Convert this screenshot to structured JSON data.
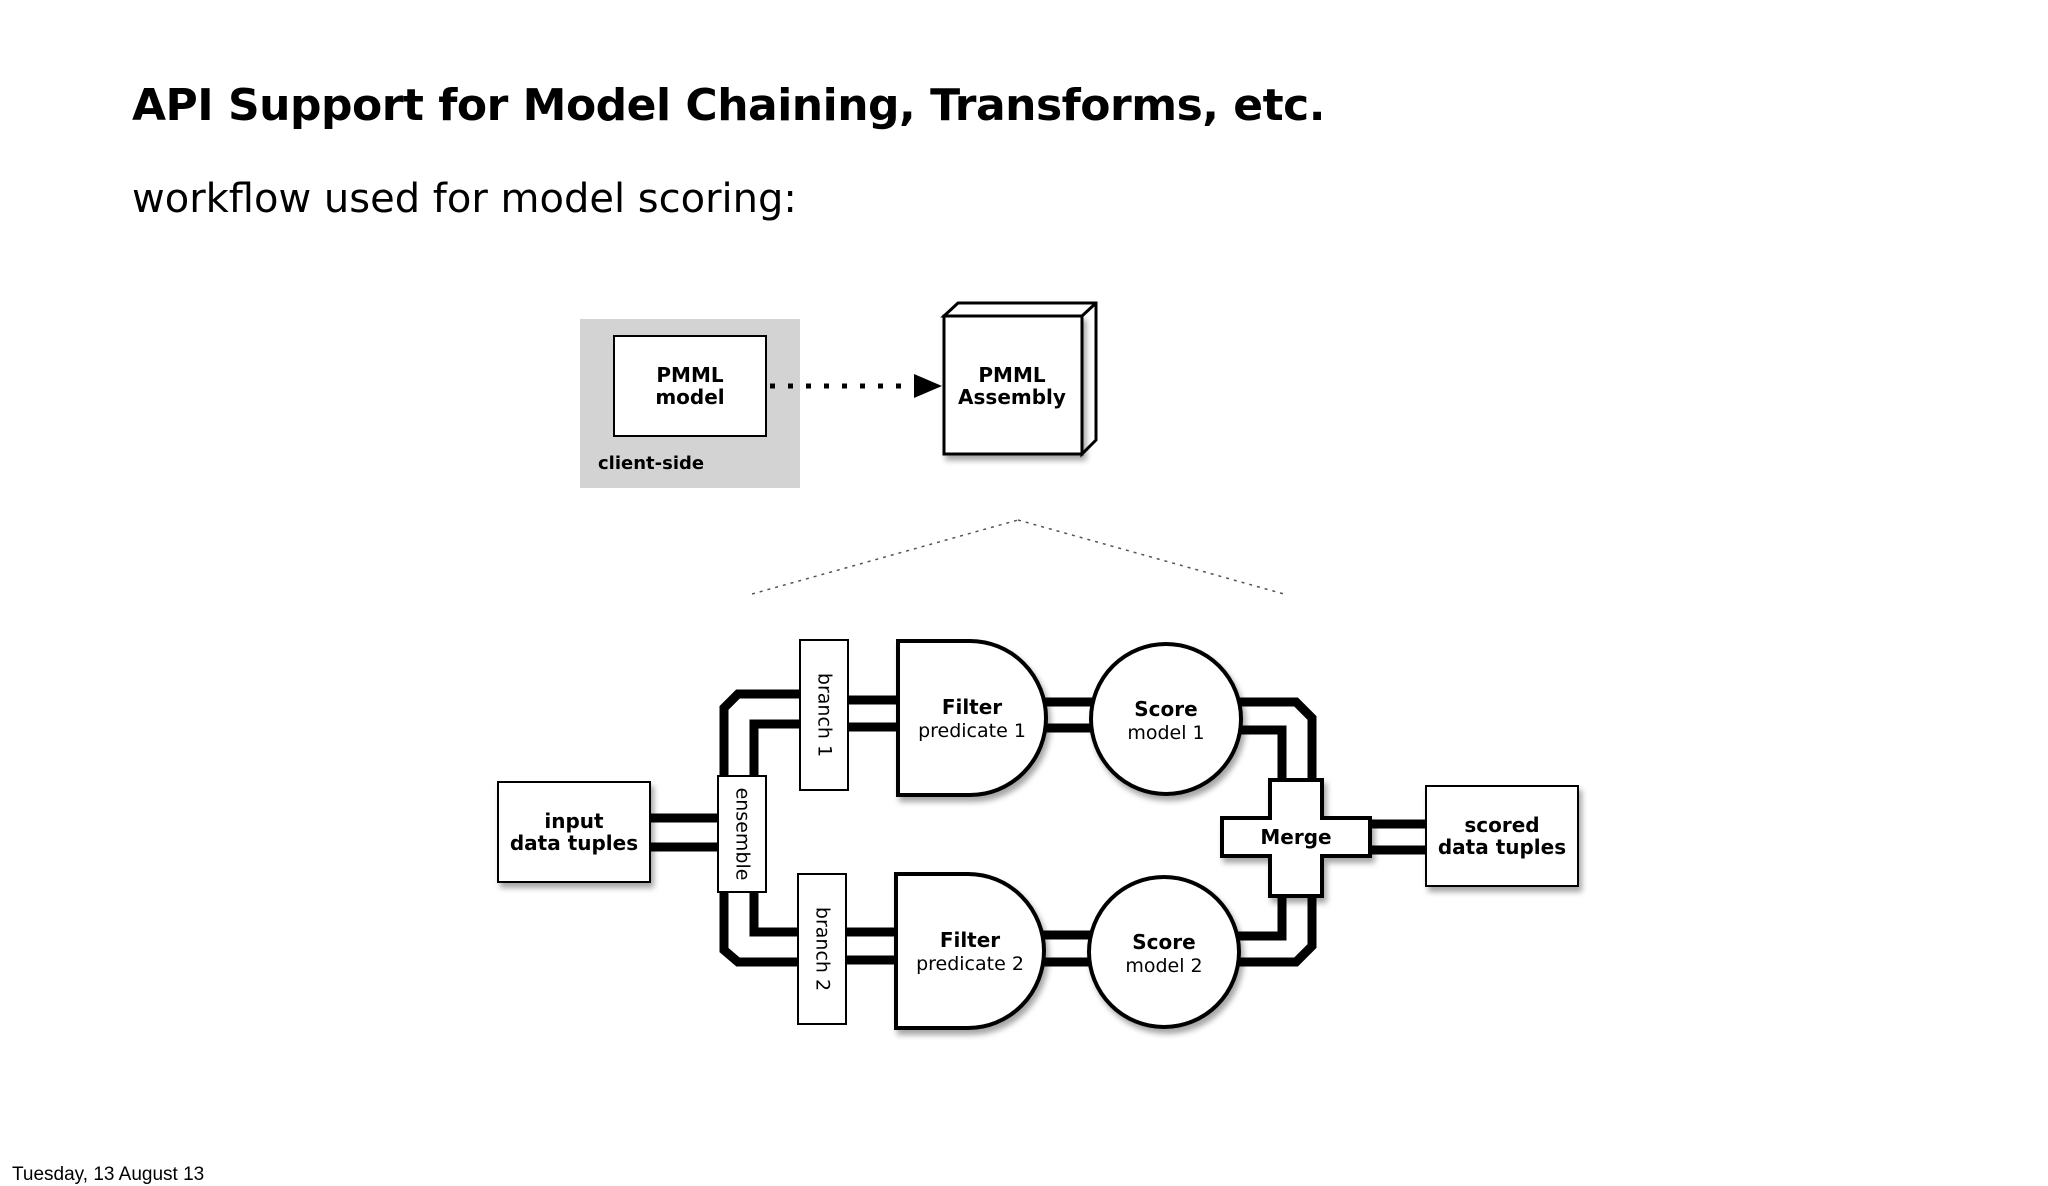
{
  "slide": {
    "title": "API Support for Model Chaining, Transforms, etc.",
    "subtitle": "workflow used for model scoring:",
    "footer": "Tuesday, 13 August 13"
  },
  "diagram": {
    "client_side_label": "client-side",
    "pmml_model": [
      "PMML",
      "model"
    ],
    "pmml_assembly": [
      "PMML",
      "Assembly"
    ],
    "input": [
      "input",
      "data tuples"
    ],
    "ensemble": "ensemble",
    "branch1": "branch 1",
    "branch2": "branch 2",
    "filter1": [
      "Filter",
      "predicate 1"
    ],
    "filter2": [
      "Filter",
      "predicate 2"
    ],
    "score1": [
      "Score",
      "model 1"
    ],
    "score2": [
      "Score",
      "model 2"
    ],
    "merge": "Merge",
    "output": [
      "scored",
      "data tuples"
    ]
  }
}
